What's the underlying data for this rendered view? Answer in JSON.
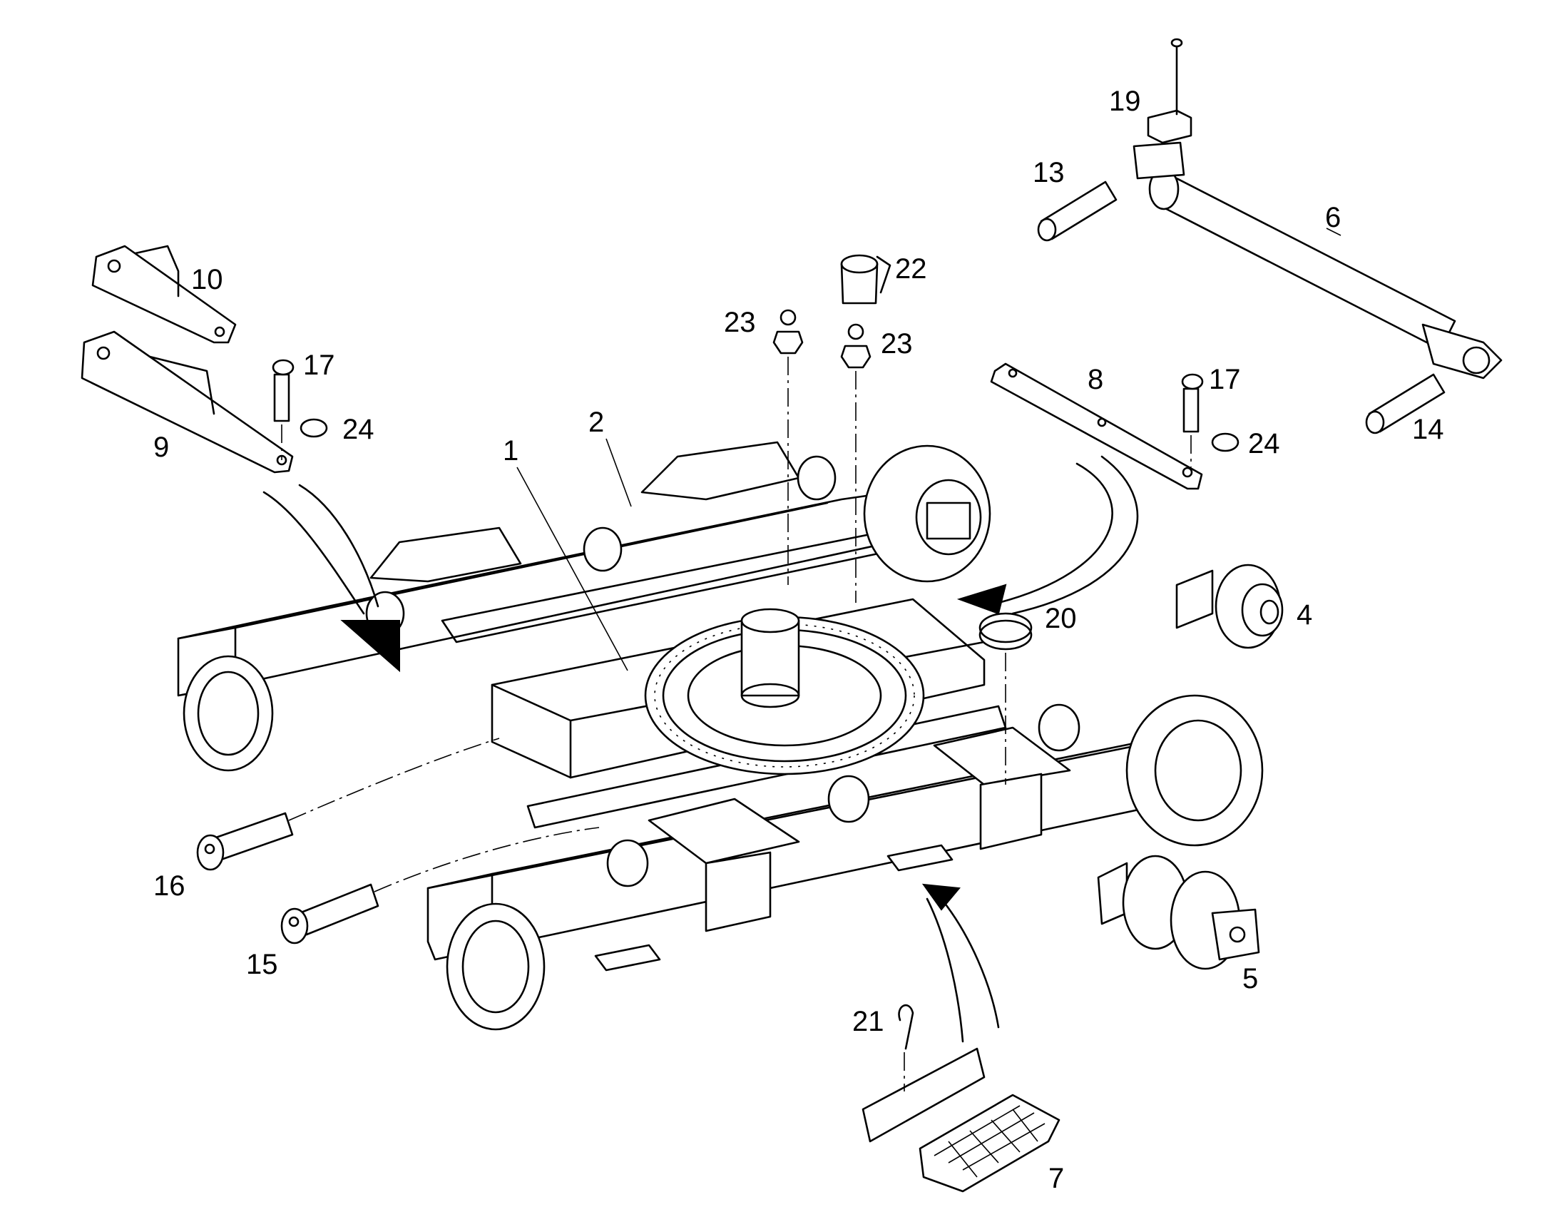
{
  "callouts": [
    {
      "id": "c1",
      "text": "1"
    },
    {
      "id": "c2",
      "text": "2"
    },
    {
      "id": "c4",
      "text": "4"
    },
    {
      "id": "c5",
      "text": "5"
    },
    {
      "id": "c6",
      "text": "6"
    },
    {
      "id": "c7",
      "text": "7"
    },
    {
      "id": "c8",
      "text": "8"
    },
    {
      "id": "c9",
      "text": "9"
    },
    {
      "id": "c10",
      "text": "10"
    },
    {
      "id": "c13",
      "text": "13"
    },
    {
      "id": "c14",
      "text": "14"
    },
    {
      "id": "c15",
      "text": "15"
    },
    {
      "id": "c16",
      "text": "16"
    },
    {
      "id": "c17a",
      "text": "17"
    },
    {
      "id": "c17b",
      "text": "17"
    },
    {
      "id": "c19",
      "text": "19"
    },
    {
      "id": "c20",
      "text": "20"
    },
    {
      "id": "c21",
      "text": "21"
    },
    {
      "id": "c22",
      "text": "22"
    },
    {
      "id": "c23a",
      "text": "23"
    },
    {
      "id": "c23b",
      "text": "23"
    },
    {
      "id": "c24a",
      "text": "24"
    },
    {
      "id": "c24b",
      "text": "24"
    }
  ]
}
